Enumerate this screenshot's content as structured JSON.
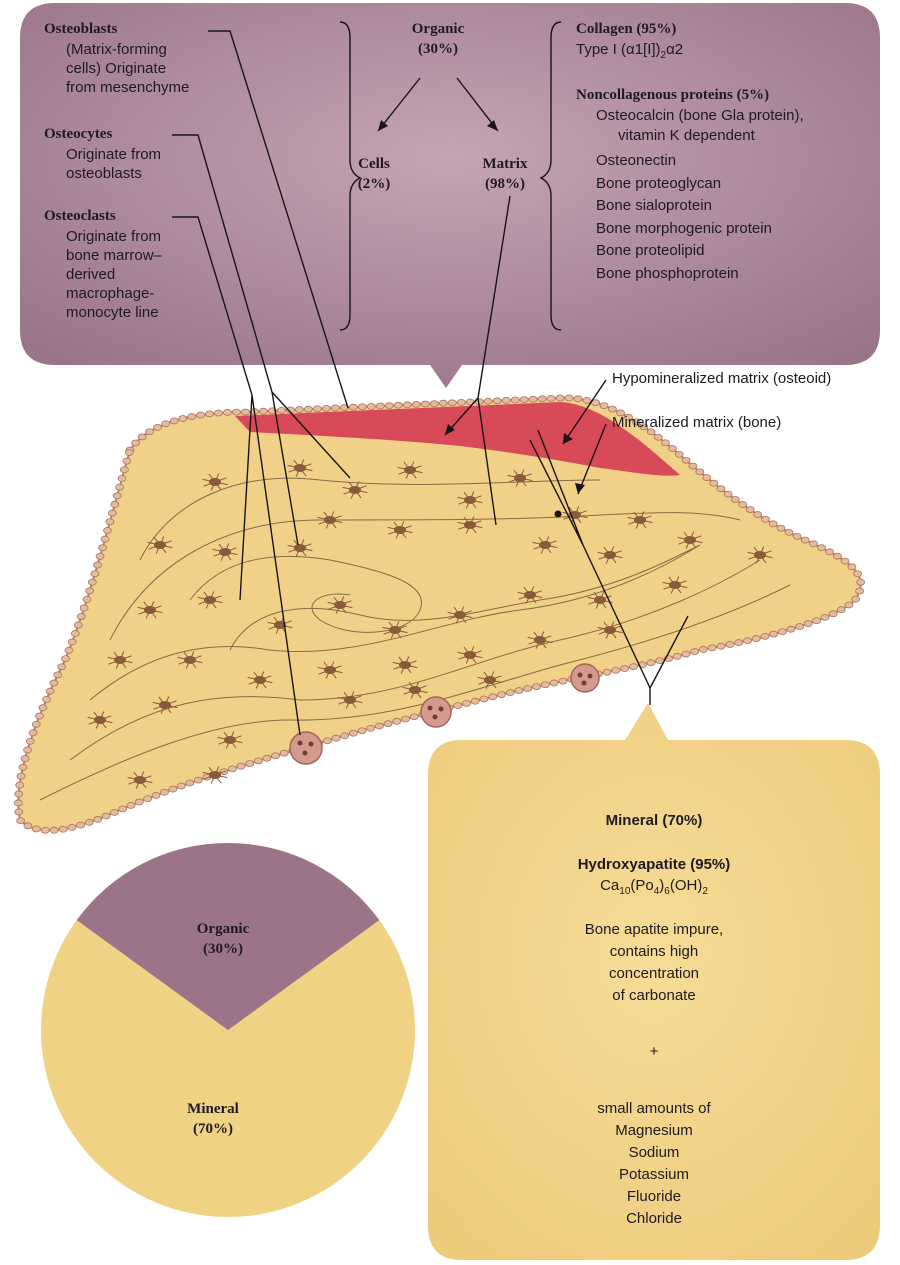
{
  "colors": {
    "organic_box": "#a07c91",
    "organic_box_light": "#c6a8b8",
    "mineral_box": "#f1d386",
    "bone": "#f0d187",
    "osteoid": "#d84a57",
    "cell": "#8a5a3a",
    "pie_organic": "#9c7489",
    "pie_mineral": "#f0d285"
  },
  "organic_box": {
    "osteoblasts": {
      "title": "Osteoblasts",
      "lines": [
        "(Matrix-forming",
        "cells) Originate",
        "from mesenchyme"
      ]
    },
    "osteocytes": {
      "title": "Osteocytes",
      "lines": [
        "Originate from",
        "osteoblasts"
      ]
    },
    "osteoclasts": {
      "title": "Osteoclasts",
      "lines": [
        "Originate from",
        "bone marrow–",
        "derived",
        "macrophage-",
        "monocyte line"
      ]
    },
    "organic": {
      "label": "Organic",
      "pct": "(30%)"
    },
    "cells": {
      "label": "Cells",
      "pct": "(2%)"
    },
    "matrix": {
      "label": "Matrix",
      "pct": "(98%)"
    },
    "collagen": {
      "title": "Collagen (95%)",
      "type_prefix": "Type I (α1[I])",
      "type_sub": "2",
      "type_suffix": "α2"
    },
    "noncollagenous": {
      "title": "Noncollagenous proteins (5%)",
      "items": [
        "Osteocalcin (bone Gla protein),",
        "vitamin K dependent",
        "Osteonectin",
        "Bone proteoglycan",
        "Bone sialoprotein",
        "Bone morphogenic protein",
        "Bone proteolipid",
        "Bone phosphoprotein"
      ]
    }
  },
  "labels": {
    "hypomineralized": "Hypomineralized matrix (osteoid)",
    "mineralized": "Mineralized matrix (bone)"
  },
  "mineral_box": {
    "title": "Mineral (70%)",
    "hydroxyapatite": "Hydroxyapatite (95%)",
    "formula": {
      "ca": "Ca",
      "ca_sub": "10",
      "po": "(Po",
      "po_sub": "4",
      "close": ")",
      "close_sub": "6",
      "oh": "(OH)",
      "oh_sub": "2"
    },
    "impure_lines": [
      "Bone apatite impure,",
      "contains high",
      "concentration",
      "of carbonate"
    ],
    "plus": "+",
    "small_amounts": "small amounts of",
    "elements": [
      "Magnesium",
      "Sodium",
      "Potassium",
      "Fluoride",
      "Chloride"
    ]
  },
  "pie": {
    "organic_label": "Organic",
    "organic_pct": "(30%)",
    "mineral_label": "Mineral",
    "mineral_pct": "(70%)",
    "organic_value": 30,
    "mineral_value": 70
  }
}
